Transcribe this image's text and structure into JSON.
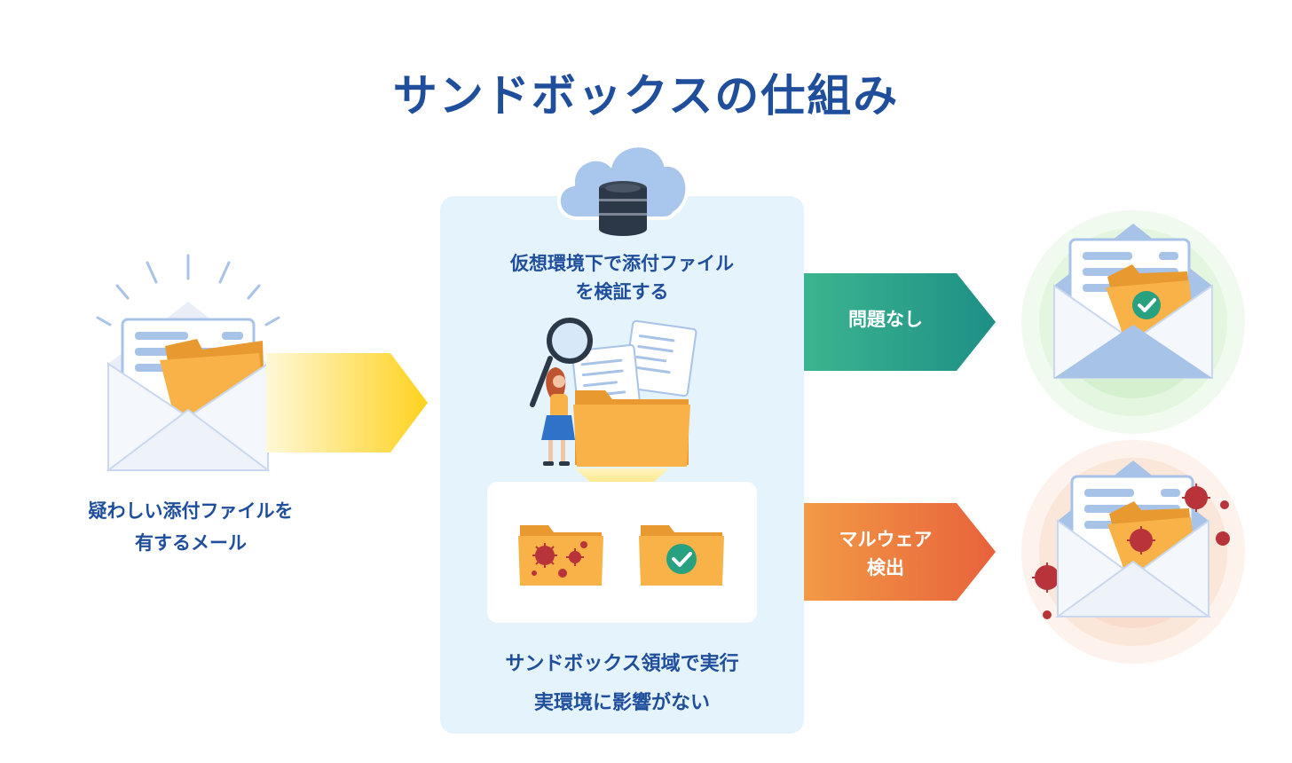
{
  "title": "サンドボックスの仕組み",
  "left": {
    "caption_lines": [
      "疑わしい添付ファイルを",
      "有するメール"
    ]
  },
  "center": {
    "caption_top_lines": [
      "仮想環境下で添付ファイル",
      "を検証する"
    ],
    "caption_bottom_lines": [
      "サンドボックス領域で実行",
      "実環境に影響がない"
    ]
  },
  "outcomes": {
    "ok_label": "問題なし",
    "malware_label_lines": [
      "マルウェア",
      "検出"
    ]
  },
  "colors": {
    "title": "#1f4e9c",
    "ok_arrow_start": "#3bb58f",
    "ok_arrow_end": "#1e8f86",
    "malware_arrow_start": "#f29a45",
    "malware_arrow_end": "#e8623c",
    "folder": "#f8b247",
    "envelope": "#a8c3e8",
    "panel": "#e4f3fc"
  }
}
